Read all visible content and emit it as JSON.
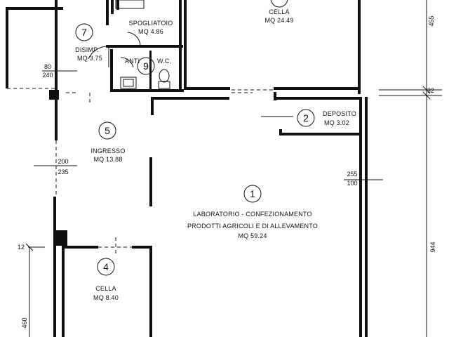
{
  "rooms": {
    "cella_top": {
      "name": "CELLA",
      "area": "MQ 24.49",
      "number": ""
    },
    "spogliatoio": {
      "name": "SPOGLIATOIO",
      "area": "MQ 4.86"
    },
    "disimp": {
      "name": "DISIMP.",
      "area": "MQ 3.75",
      "number": "7"
    },
    "anti": {
      "name": "ANTI",
      "number": "9"
    },
    "wc": {
      "name": "W.C."
    },
    "deposito": {
      "name": "DEPOSITO",
      "area": "MQ 3.02",
      "number": "2"
    },
    "ingresso": {
      "name": "INGRESSO",
      "area": "MQ 13.88",
      "number": "5"
    },
    "laboratorio": {
      "line1": "LABORATORIO - CONFEZIONAMENTO",
      "line2": "PRODOTTI AGRICOLI E DI ALLEVAMENTO",
      "area": "MQ 59.24",
      "number": "1"
    },
    "cella_bottom": {
      "name": "CELLA",
      "area": "MQ 8.40",
      "number": "4"
    }
  },
  "dimensions": {
    "d455": "455",
    "d32": "32",
    "d944": "944",
    "d80": "80",
    "d240": "240",
    "d200": "200",
    "d235": "235",
    "d255": "255",
    "d100": "100",
    "d12": "12",
    "d460": "460"
  }
}
